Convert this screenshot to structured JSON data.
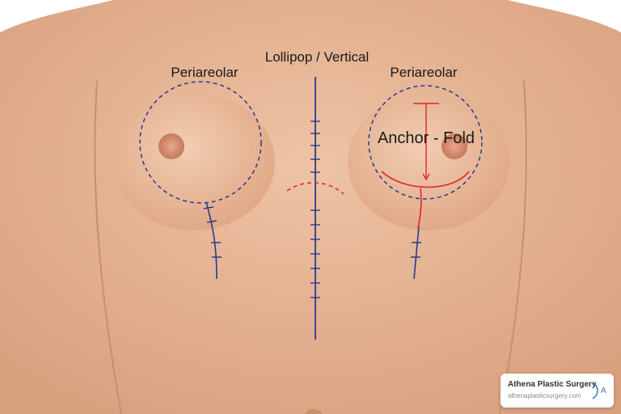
{
  "labels": {
    "left_periareolar": "Periareolar",
    "center_vertical": "Lollipop / Vertical",
    "right_periareolar": "Periareolar",
    "anchor": "Anchor - Fold"
  },
  "colors": {
    "skin": "#e6b595",
    "incision_blue": "#2a3a8c",
    "incision_red": "#e0242c"
  },
  "badge": {
    "name": "Athena Plastic Surgery",
    "url": "athenaplasticsurgery.com",
    "logo_text": "A"
  }
}
